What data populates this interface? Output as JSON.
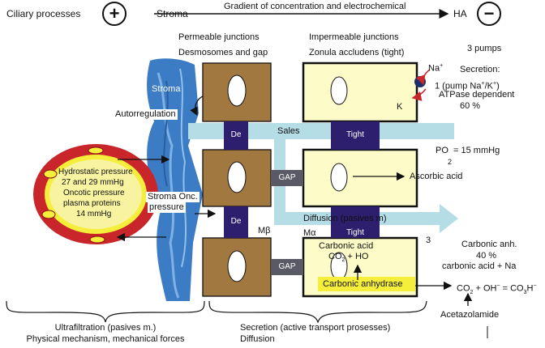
{
  "top": {
    "ciliary": "Ciliary processes",
    "plus": "+",
    "stroma": "Stroma",
    "gradient": "Gradient of concentration and electrochemical",
    "ha": "HA",
    "minus": "−"
  },
  "headers": {
    "permeable": "Permeable junctions",
    "desmosomes": "Desmosomes and gap",
    "impermeable": "Impermeable junctions",
    "zonula": "Zonula accludens (tight)"
  },
  "pumps": {
    "count": "3 pumps",
    "na": "Na",
    "na_sup": "+",
    "k": "K",
    "secretion": "Secretion:",
    "pump_pre": "1 (pump Na",
    "pump_sup1": "+",
    "pump_mid": "/K",
    "pump_sup2": "+",
    "pump_post": ")",
    "atpase": "ATPase dependent",
    "percent": "60 %"
  },
  "left": {
    "stroma": "Stroma",
    "autoregulation": "Autorregulation",
    "stroma_onc": "Stroma Onc.",
    "pressure": "pressure",
    "hydro": "Hydrostatic pressure",
    "hydro_val": "27 and 29 mmHg",
    "oncotic": "Oncotic pressure",
    "plasma": "plasma proteins",
    "plasma_val": "14 mmHg"
  },
  "middle": {
    "de1": "De",
    "de2": "De",
    "sales": "Sales",
    "tight1": "Tight",
    "tight2": "Tight",
    "gap1": "GAP",
    "gap2": "GAP",
    "mbeta": "Mβ",
    "malpha": "Mα",
    "diffusion": "Diffusion (pasives m)"
  },
  "right": {
    "po_label": "PO",
    "po_value": "= 15 mmHg",
    "po_sub": "2",
    "ascorbic": "Ascorbic acid",
    "num3": "3",
    "carbonic_acid": "Carbonic acid",
    "co2_ho": "CO",
    "co2_ho_sub": "2",
    "co2_ho_rest": " + HO",
    "carbonic_anhydrase": "Carbonic anhydrase",
    "carbonic_anh": "Carbonic anh.",
    "anh_percent": "40 %",
    "anh_line": "carbonic acid + Na",
    "eq_co": "CO",
    "eq_sub": "2",
    "eq_rest1": " + OH",
    "eq_sup1": "−",
    "eq_rest2": " = CO",
    "eq_sub2": "3",
    "eq_rest3": "H",
    "eq_sup2": "−",
    "acetazolamide": "Acetazolamide"
  },
  "bottom": {
    "ultra": "Ultrafiltration (pasives m.)",
    "physical": "Physical mechanism, mechanical forces",
    "secretion": "Secretion (active transport prosesses)",
    "diffusion": "Diffusion"
  },
  "colors": {
    "cell_brown": "#a07840",
    "cell_yellow": "#fdfcc8",
    "junction_navy": "#2e1f6e",
    "flow_cyan": "#b5dde6",
    "stroma_blue": "#3b7cc4",
    "vessel_red": "#c8262a",
    "plasma_yellow": "#f5ee3a",
    "gap_gray": "#5a5a66"
  }
}
